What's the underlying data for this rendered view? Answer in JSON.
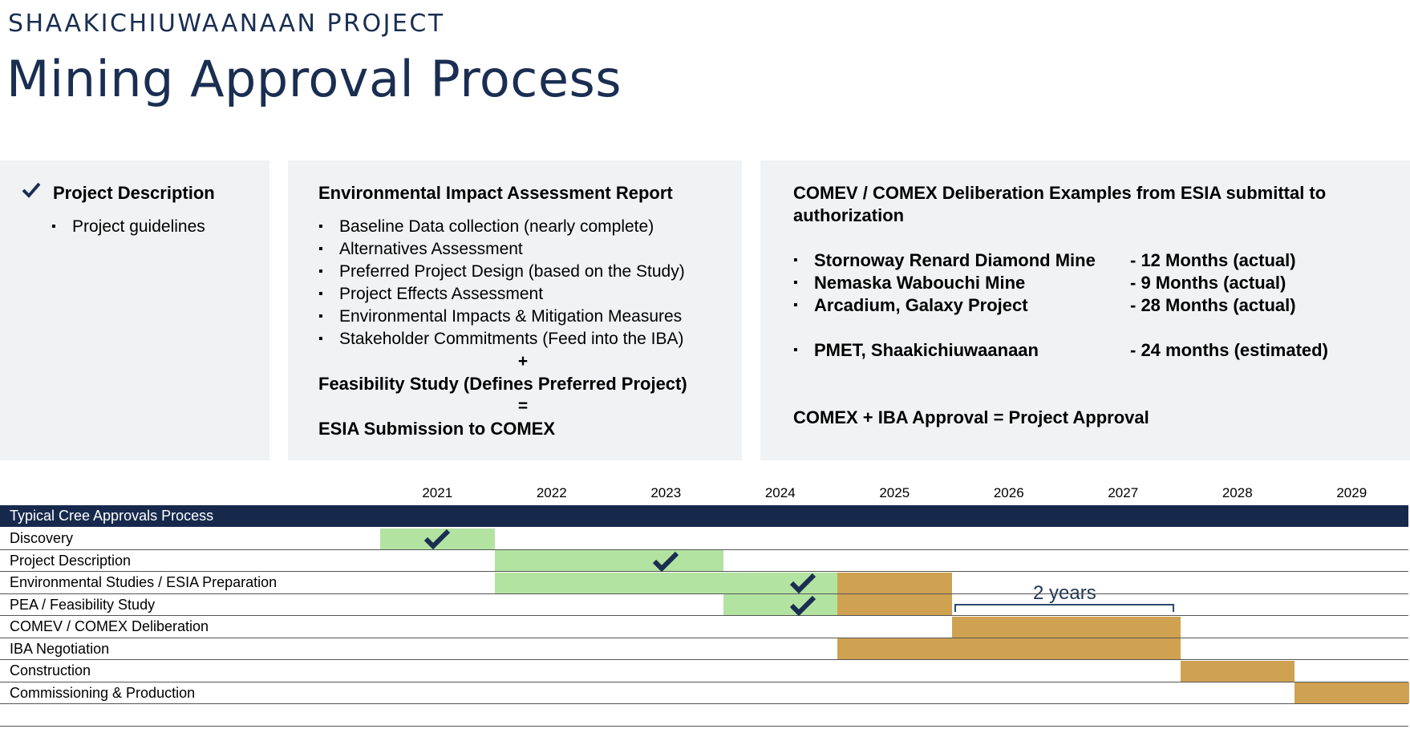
{
  "header": {
    "subtitle": "SHAAKICHIUWAANAAN PROJECT",
    "title": "Mining Approval Process"
  },
  "panel1": {
    "title": "Project Description",
    "check_icon": "checkmark-icon",
    "bullets": [
      "Project guidelines"
    ]
  },
  "panel2": {
    "title": "Environmental Impact Assessment Report",
    "bullets": [
      "Baseline Data collection (nearly complete)",
      "Alternatives Assessment",
      "Preferred Project Design (based on the Study)",
      "Project Effects Assessment",
      "Environmental Impacts & Mitigation Measures",
      "Stakeholder Commitments (Feed into the IBA)"
    ],
    "plus": "+",
    "feasibility": "Feasibility Study (Defines Preferred Project)",
    "equals": "=",
    "submission": "ESIA Submission to COMEX"
  },
  "panel3": {
    "title": "COMEV / COMEX Deliberation Examples from ESIA submittal to authorization",
    "examples": [
      {
        "name": "Stornoway Renard Diamond Mine",
        "value": "- 12 Months (actual)"
      },
      {
        "name": "Nemaska Wabouchi Mine",
        "value": "- 9 Months (actual)"
      },
      {
        "name": "Arcadium, Galaxy Project",
        "value": "- 28 Months (actual)"
      }
    ],
    "estimate": {
      "name": "PMET, Shaakichiuwaanaan",
      "value": "- 24 months (estimated)"
    },
    "summary": "COMEX + IBA Approval = Project Approval"
  },
  "timeline": {
    "header": "Typical Cree Approvals Process",
    "years": [
      "2021",
      "2022",
      "2023",
      "2024",
      "2025",
      "2026",
      "2027",
      "2028",
      "2029"
    ],
    "rows": [
      {
        "label": "Discovery",
        "segments": [
          {
            "start": 0,
            "end": 1,
            "status": "complete"
          }
        ],
        "check": 0.5
      },
      {
        "label": "Project Description",
        "segments": [
          {
            "start": 1,
            "end": 3,
            "status": "complete"
          }
        ],
        "check": 2.5
      },
      {
        "label": "Environmental Studies / ESIA Preparation",
        "segments": [
          {
            "start": 1,
            "end": 4,
            "status": "complete"
          },
          {
            "start": 4,
            "end": 5,
            "status": "planned"
          }
        ],
        "check": 3.7
      },
      {
        "label": "PEA / Feasibility Study",
        "segments": [
          {
            "start": 3,
            "end": 4,
            "status": "complete"
          },
          {
            "start": 4,
            "end": 5,
            "status": "planned"
          }
        ],
        "check": 3.7
      },
      {
        "label": "COMEV / COMEX Deliberation",
        "segments": [
          {
            "start": 5,
            "end": 7,
            "status": "planned"
          }
        ]
      },
      {
        "label": "IBA Negotiation",
        "segments": [
          {
            "start": 4,
            "end": 7,
            "status": "planned"
          }
        ]
      },
      {
        "label": "Construction",
        "segments": [
          {
            "start": 7,
            "end": 8,
            "status": "planned"
          }
        ]
      },
      {
        "label": "Commissioning & Production",
        "segments": [
          {
            "start": 8,
            "end": 9,
            "status": "planned"
          }
        ]
      }
    ],
    "bracket_label": "2 years",
    "colors": {
      "complete": "#b3e3a1",
      "planned": "#cfa252",
      "header_bg": "#16294d",
      "check": "#1a2e52"
    }
  }
}
